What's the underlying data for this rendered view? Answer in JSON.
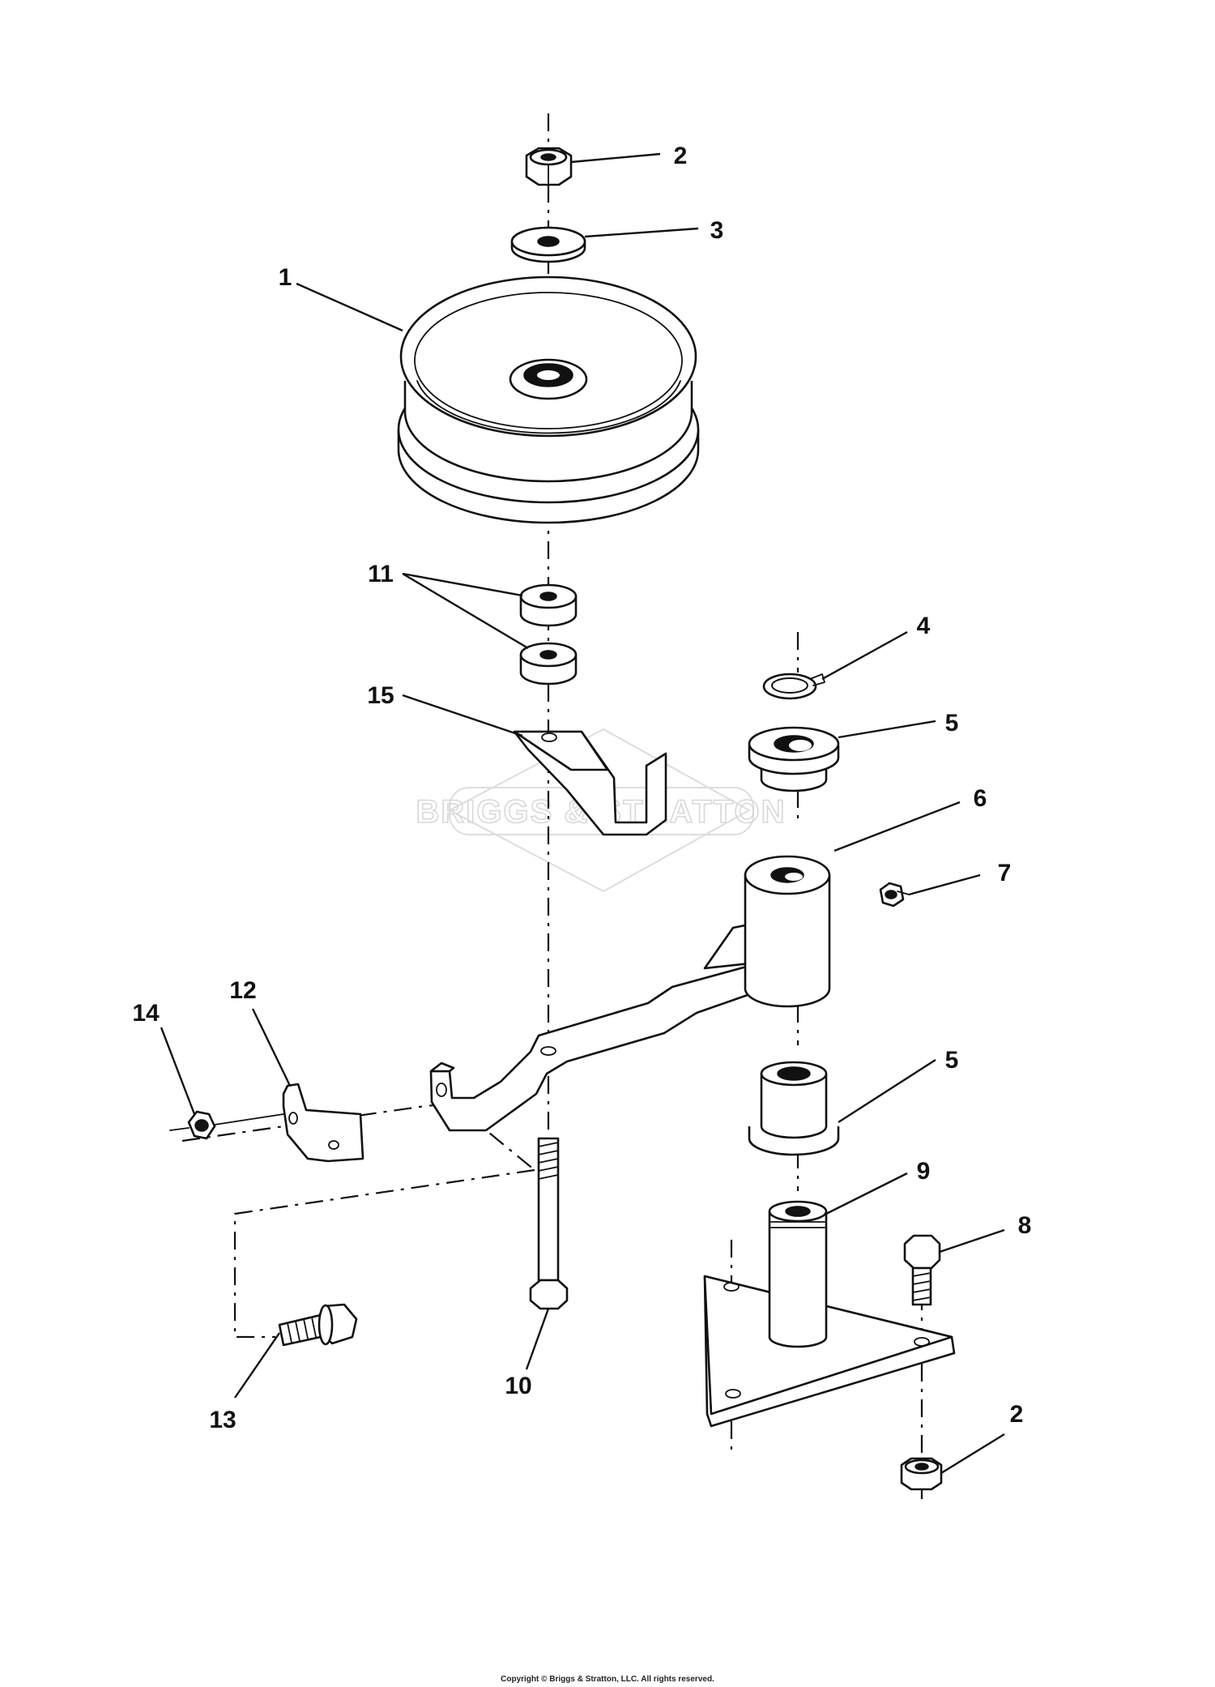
{
  "watermark": "BRIGGS & STRATTON",
  "copyright": "Copyright © Briggs & Stratton, LLC. All rights reserved.",
  "callouts": {
    "c1": "1",
    "c2_top": "2",
    "c2_bottom": "2",
    "c3": "3",
    "c4": "4",
    "c5_top": "5",
    "c5_bottom": "5",
    "c6": "6",
    "c7": "7",
    "c8": "8",
    "c9": "9",
    "c10": "10",
    "c11": "11",
    "c12": "12",
    "c13": "13",
    "c14": "14",
    "c15": "15"
  }
}
